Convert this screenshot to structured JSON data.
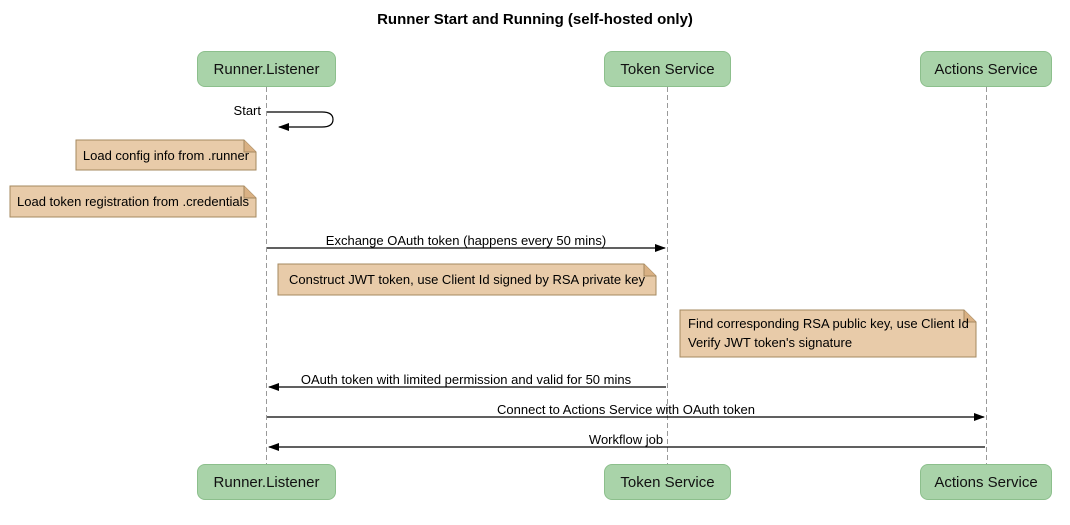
{
  "title": "Runner Start and Running (self-hosted only)",
  "participants": [
    {
      "name": "Runner.Listener"
    },
    {
      "name": "Token Service"
    },
    {
      "name": "Actions Service"
    }
  ],
  "messages": [
    {
      "label": "Start",
      "type": "self",
      "from": "Runner.Listener",
      "to": "Runner.Listener"
    },
    {
      "label": "Exchange OAuth token (happens every 50 mins)",
      "type": "solid-arrow",
      "from": "Runner.Listener",
      "to": "Token Service"
    },
    {
      "label": "OAuth token with limited permission and valid for 50 mins",
      "type": "solid-arrow",
      "from": "Token Service",
      "to": "Runner.Listener"
    },
    {
      "label": "Connect to Actions Service with OAuth token",
      "type": "solid-arrow",
      "from": "Runner.Listener",
      "to": "Actions Service"
    },
    {
      "label": "Workflow job",
      "type": "solid-arrow",
      "from": "Actions Service",
      "to": "Runner.Listener"
    }
  ],
  "notes": [
    {
      "lines": [
        "Load config info from .runner"
      ],
      "position": "left of Runner.Listener"
    },
    {
      "lines": [
        "Load token registration from .credentials"
      ],
      "position": "left of Runner.Listener"
    },
    {
      "lines": [
        "Construct JWT token, use Client Id signed by RSA private key"
      ],
      "position": "between Runner.Listener and Token Service"
    },
    {
      "lines": [
        "Find corresponding RSA public key, use Client Id",
        "Verify JWT token's signature"
      ],
      "position": "right of Token Service"
    }
  ],
  "colors": {
    "participant_fill": "#a9d3a9",
    "participant_border": "#8cbf8c",
    "note_fill": "#e8cba9",
    "note_border": "#a5885f",
    "note_fold": "#d9b184",
    "lifeline": "#999999",
    "arrow": "#000000",
    "background": "#ffffff"
  }
}
